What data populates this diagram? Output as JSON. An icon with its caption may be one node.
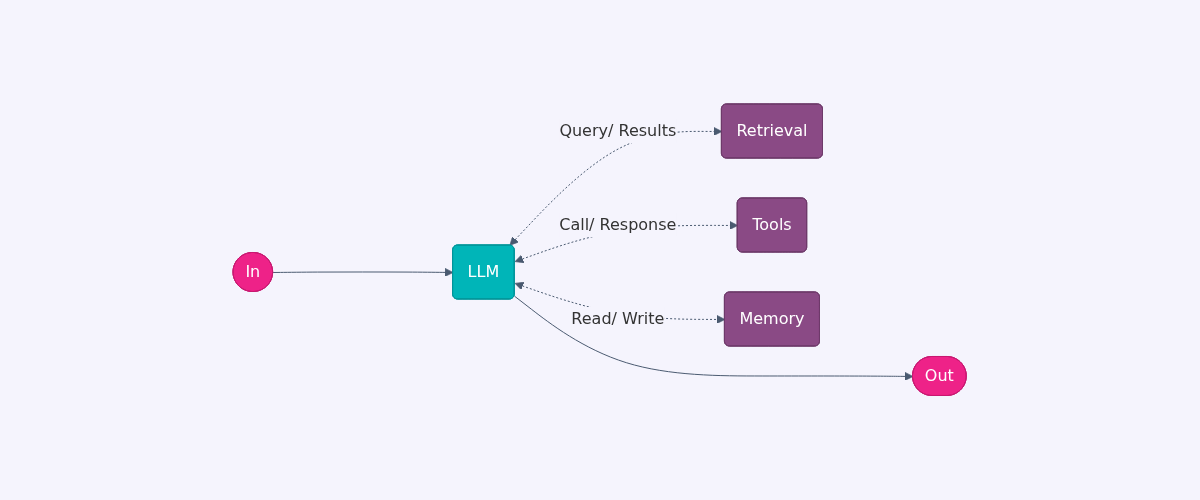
{
  "diagram": {
    "nodes": [
      {
        "text": [
          "In"
        ]
      },
      {
        "text": [
          "LLM"
        ]
      },
      {
        "text": [
          "Out"
        ]
      },
      {
        "text": [
          "Retrieval"
        ]
      },
      {
        "text": [
          "Tools"
        ]
      },
      {
        "text": [
          "Memory"
        ]
      }
    ],
    "edges": [
      {
        "from": 0,
        "to": 1,
        "arrow": "to"
      },
      {
        "from": 1,
        "to": 2,
        "arrow": "to"
      },
      {
        "from": 1,
        "to": 3,
        "arrow": "both",
        "style": "dashed",
        "label": "Query/ Results"
      },
      {
        "from": 1,
        "to": 4,
        "arrow": "both",
        "style": "dashed",
        "label": "Call/ Response"
      },
      {
        "from": 1,
        "to": 5,
        "arrow": "both",
        "style": "dashed",
        "label": "Read/ Write"
      }
    ]
  }
}
